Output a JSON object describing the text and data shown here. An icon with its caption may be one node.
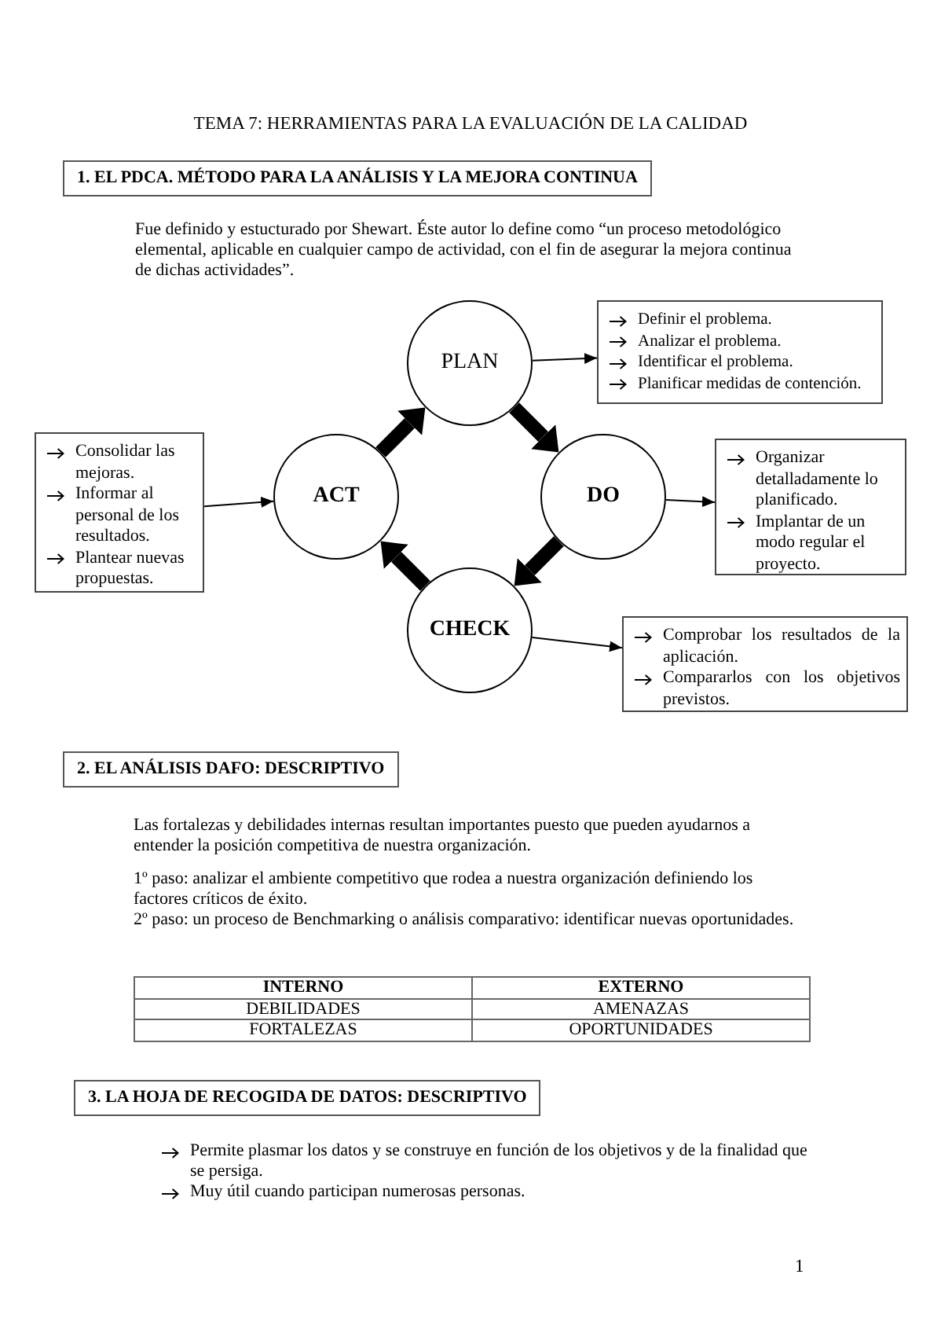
{
  "diagram": {
    "title": "TEMA 7: HERRAMIENTAS PARA LA EVALUACIÓN DE LA CALIDAD",
    "nodes": [
      {
        "text": [
          "1. EL PDCA. MÉTODO PARA LA ANÁLISIS Y LA MEJORA CONTINUA"
        ]
      },
      {
        "text": [
          "PLAN"
        ]
      },
      {
        "text": [
          "Definir el problema.",
          "Analizar el problema.",
          "Identificar el problema.",
          "Planificar medidas de contención."
        ]
      },
      {
        "text": [
          "Consolidar las mejoras.",
          "Informar al personal de los resultados.",
          "Plantear nuevas propuestas."
        ]
      },
      {
        "text": [
          "ACT"
        ]
      },
      {
        "text": [
          "DO"
        ]
      },
      {
        "text": [
          "Organizar detalladamente lo planificado.",
          "Implantar de un modo regular el proyecto."
        ]
      },
      {
        "text": [
          "CHECK"
        ]
      },
      {
        "text": [
          "Comprobar los resultados de la aplicación.",
          "Compararlos con los objetivos previstos."
        ]
      },
      {
        "text": [
          "2. EL ANÁLISIS DAFO: DESCRIPTIVO"
        ]
      },
      {
        "text": [
          "3. LA HOJA DE RECOGIDA DE DATOS: DESCRIPTIVO"
        ]
      }
    ],
    "edges": [
      {
        "from": 1,
        "to": 2,
        "arrow": "to"
      },
      {
        "from": 1,
        "to": 5,
        "arrow": "to",
        "style": "thick"
      },
      {
        "from": 3,
        "to": 4,
        "arrow": "to"
      },
      {
        "from": 5,
        "to": 6,
        "arrow": "to"
      },
      {
        "from": 5,
        "to": 7,
        "arrow": "to",
        "style": "thick"
      },
      {
        "from": 7,
        "to": 4,
        "arrow": "to",
        "style": "thick"
      },
      {
        "from": 7,
        "to": 8,
        "arrow": "to"
      },
      {
        "from": 4,
        "to": 1,
        "arrow": "to",
        "style": "thick"
      }
    ],
    "labels": [
      "Fue definido y estucturado por Shewart. Éste autor lo define como “un proceso metodológico elemental, aplicable en cualquier campo de actividad, con el fin de asegurar la mejora continua de dichas actividades”.",
      "Las fortalezas y debilidades internas resultan importantes puesto que pueden ayudarnos a entender la posición competitiva de nuestra organización.",
      "1º paso: analizar el ambiente competitivo que rodea a nuestra organización definiendo los factores críticos de éxito.",
      "2º paso: un proceso de Benchmarking o análisis comparativo: identificar nuevas oportunidades.",
      "INTERNO",
      "EXTERNO",
      "DEBILIDADES",
      "AMENAZAS",
      "FORTALEZAS",
      "OPORTUNIDADES",
      "Permite plasmar los datos y se construye en función de los objetivos y de la finalidad que se persiga.",
      "Muy útil cuando participan numerosas personas.",
      "1"
    ]
  }
}
